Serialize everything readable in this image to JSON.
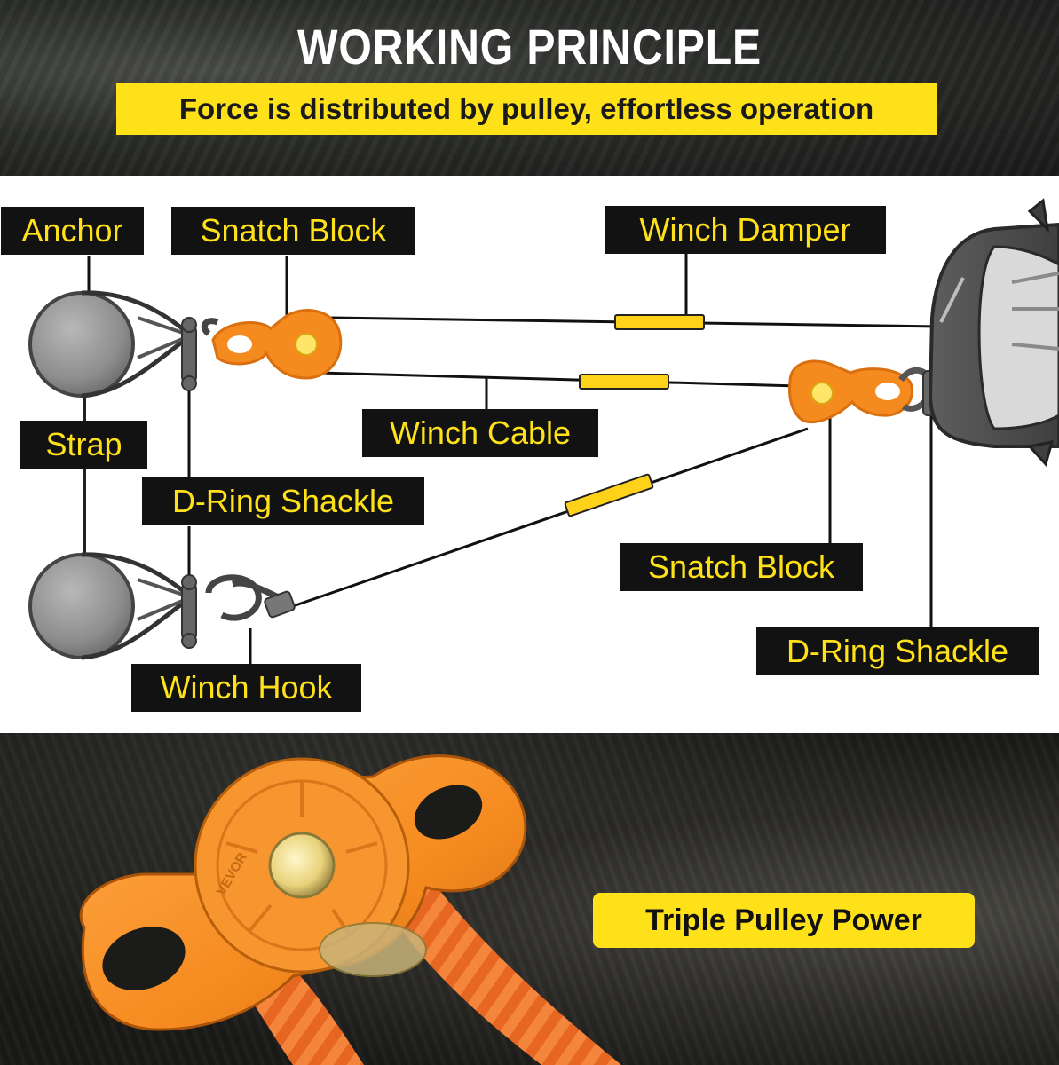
{
  "header": {
    "title": "WORKING PRINCIPLE",
    "subtitle": "Force is distributed by pulley, effortless operation"
  },
  "diagram": {
    "labels": {
      "anchor": "Anchor",
      "snatch_block_top": "Snatch Block",
      "winch_damper": "Winch Damper",
      "strap": "Strap",
      "winch_cable": "Winch Cable",
      "d_ring_shackle_left": "D-Ring Shackle",
      "snatch_block_right": "Snatch Block",
      "winch_hook": "Winch Hook",
      "d_ring_shackle_right": "D-Ring Shackle"
    }
  },
  "product": {
    "tagline": "Triple Pulley Power",
    "engraving": "VEVOR"
  },
  "colors": {
    "accent_yellow": "#ffe11a",
    "label_background": "#121212",
    "pulley_orange": "#f58a1f",
    "rope_orange": "#f06a22"
  },
  "icons": [
    "anchor-icon",
    "snatch-block-icon",
    "shackle-icon",
    "winch-hook-icon",
    "damper-icon",
    "vehicle-icon",
    "pulley-product-icon"
  ]
}
